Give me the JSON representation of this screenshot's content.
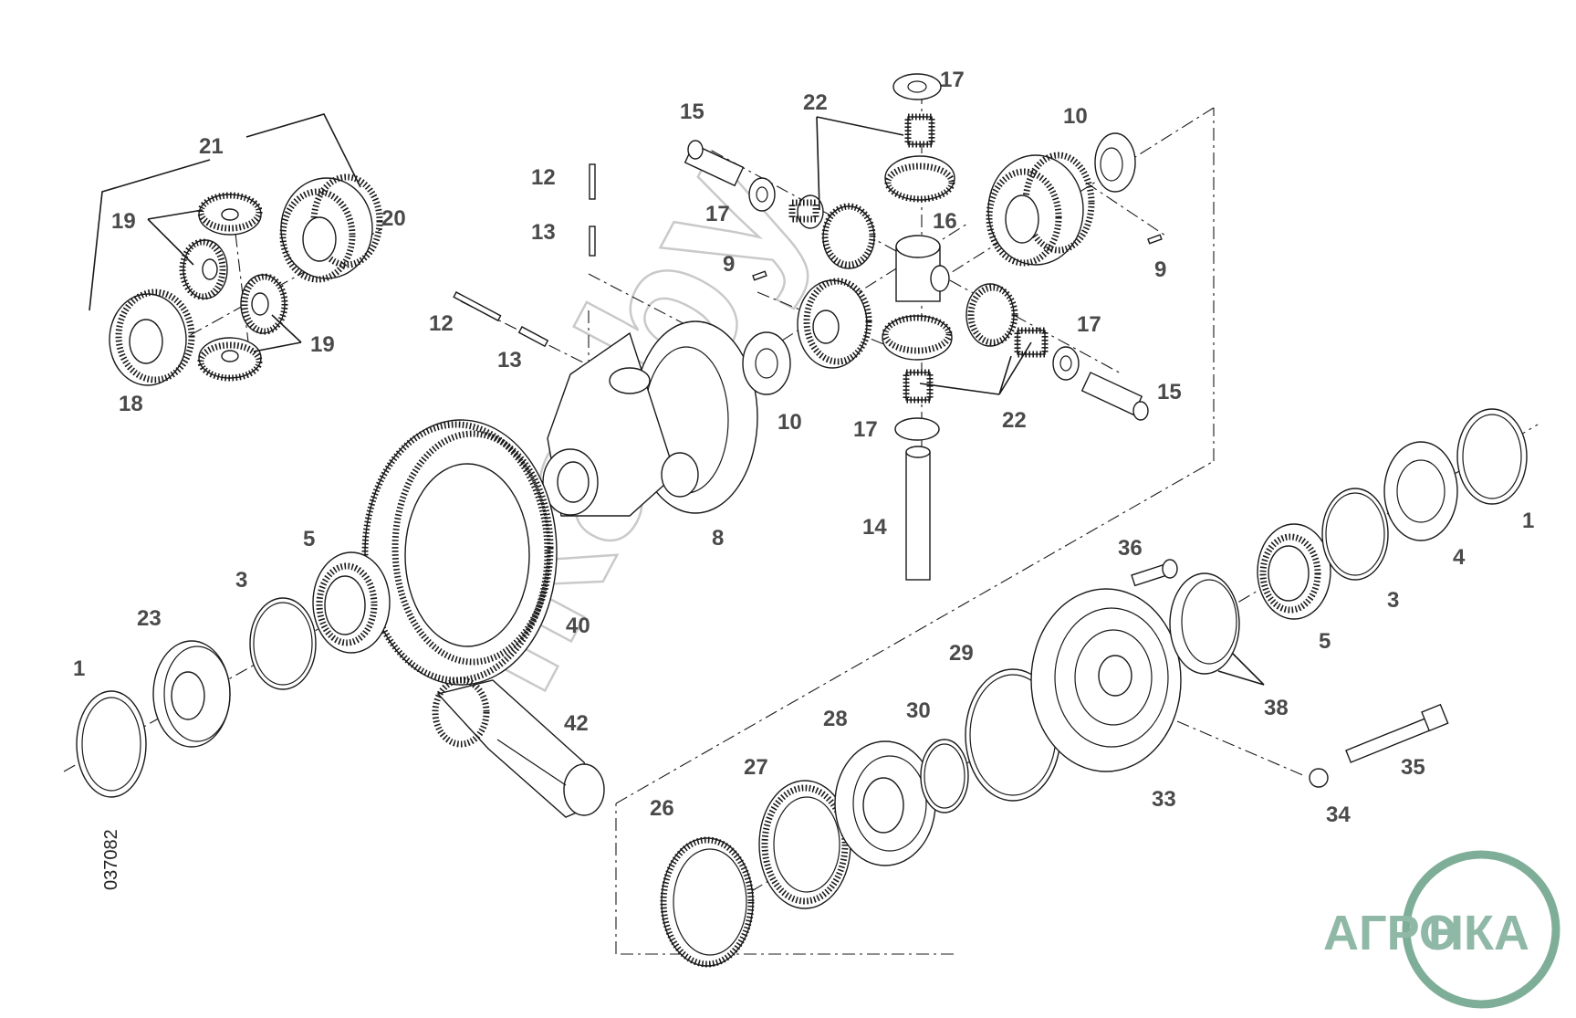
{
  "drawing_code": "037082",
  "watermark_text": "lka.by",
  "logo": {
    "text_left": "АГРО",
    "text_right": "НКА",
    "color": "#8fb8a6",
    "ring_color": "#7fae98"
  },
  "callouts": [
    "1",
    "1",
    "3",
    "3",
    "4",
    "5",
    "5",
    "8",
    "9",
    "9",
    "10",
    "10",
    "12",
    "12",
    "13",
    "13",
    "14",
    "15",
    "15",
    "16",
    "17",
    "17",
    "17",
    "17",
    "18",
    "19",
    "19",
    "20",
    "21",
    "22",
    "22",
    "23",
    "26",
    "27",
    "28",
    "29",
    "30",
    "33",
    "34",
    "35",
    "36",
    "38",
    "40",
    "42"
  ]
}
